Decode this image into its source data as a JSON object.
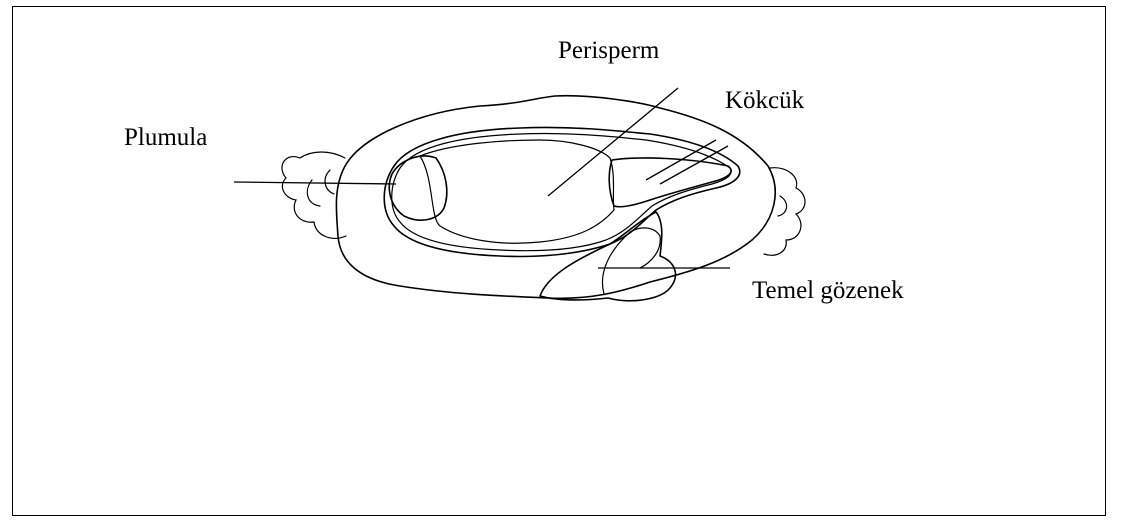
{
  "labels": {
    "perisperm": "Perisperm",
    "kokcuk": "Kökcük",
    "plumula": "Plumula",
    "temel_gozenek": "Temel gözenek"
  }
}
